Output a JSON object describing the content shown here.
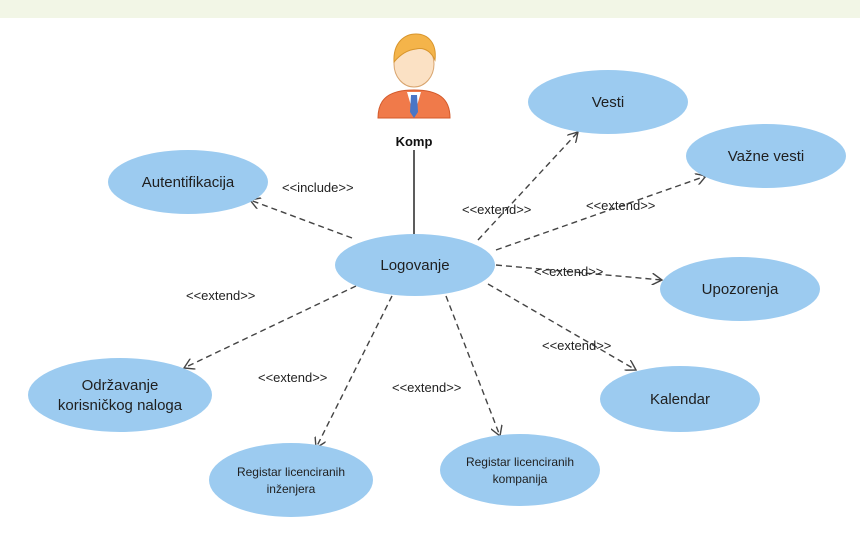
{
  "actor": {
    "name": "Komp",
    "icon": "user-icon"
  },
  "use_cases": {
    "central": "Logovanje",
    "autentifikacija": "Autentifikacija",
    "vesti": "Vesti",
    "vazne_vesti": "Važne vesti",
    "upozorenja": "Upozorenja",
    "kalendar": "Kalendar",
    "odrzavanje_1": "Održavanje",
    "odrzavanje_2": "korisničkog naloga",
    "reg_inz_1": "Registar licenciranih",
    "reg_inz_2": "inženjera",
    "reg_komp_1": "Registar licenciranih",
    "reg_komp_2": "kompanija"
  },
  "relations": {
    "include": "<<include>>",
    "extend_vesti": "<<extend>>",
    "extend_vazne": "<<extend>>",
    "extend_upozorenja": "<<extend>>",
    "extend_kalendar": "<<extend>>",
    "extend_odrzavanje": "<<extend>>",
    "extend_reg_inz": "<<extend>>",
    "extend_reg_komp": "<<extend>>"
  },
  "colors": {
    "use_case_fill": "#9ccbf0",
    "line": "#444444",
    "band": "#f2f6e6"
  }
}
